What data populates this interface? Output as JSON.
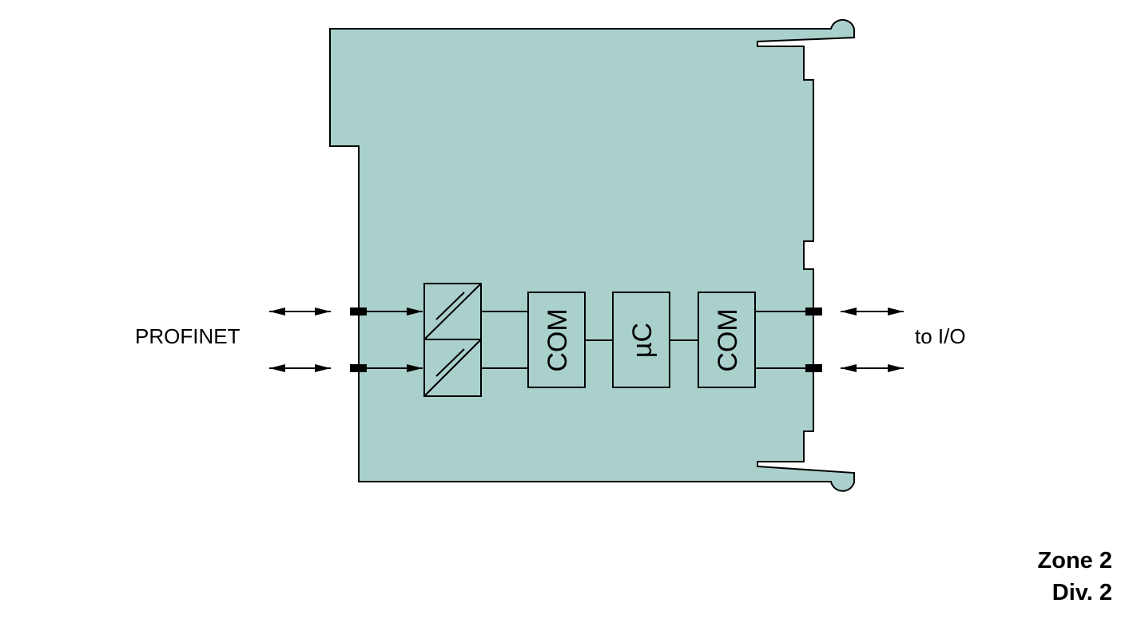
{
  "labels": {
    "left": "PROFINET",
    "right": "to I/O",
    "com1": "COM",
    "mcu": "µC",
    "com2": "COM",
    "zone": "Zone 2",
    "div": "Div. 2"
  },
  "colors": {
    "housing": "#a9d0cb",
    "stroke": "#000000"
  }
}
